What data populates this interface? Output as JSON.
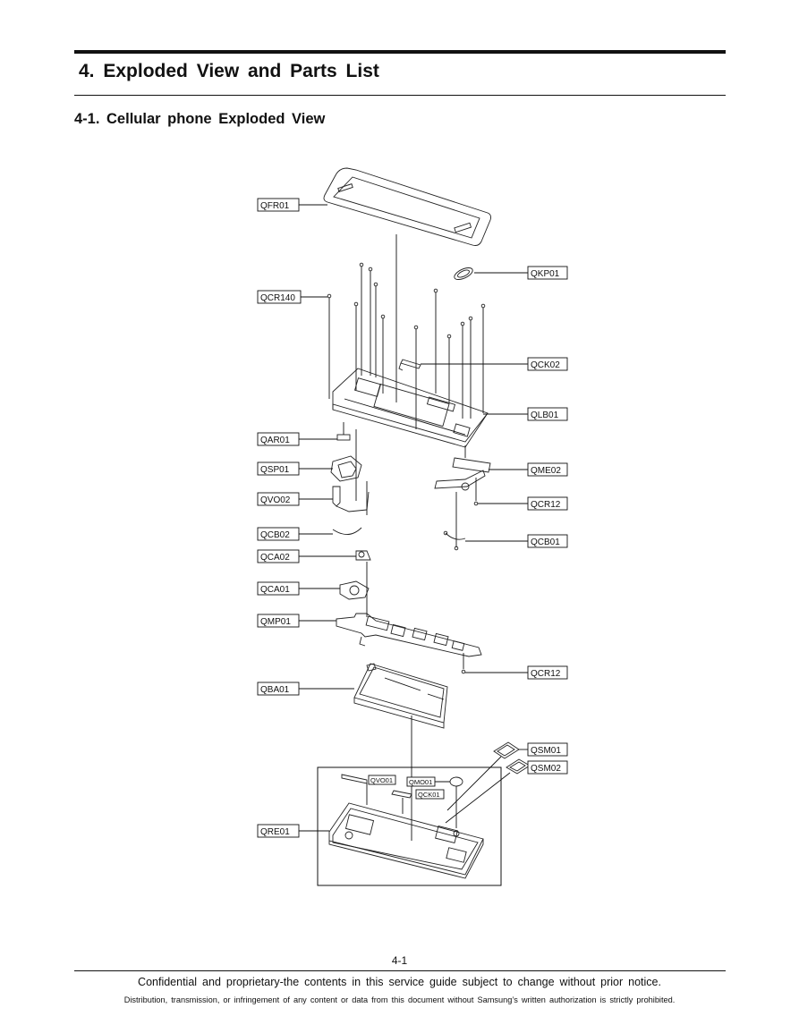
{
  "header": {
    "title": "4. Exploded View and Parts List",
    "subtitle": "4-1. Cellular phone Exploded View"
  },
  "diagram": {
    "labels": {
      "QFR01": "QFR01",
      "QKP01": "QKP01",
      "QCR140": "QCR140",
      "QCK02": "QCK02",
      "QLB01": "QLB01",
      "QAR01": "QAR01",
      "QSP01": "QSP01",
      "QME02": "QME02",
      "QVO02": "QVO02",
      "QCR12_a": "QCR12",
      "QCB02": "QCB02",
      "QCB01": "QCB01",
      "QCA02": "QCA02",
      "QCA01": "QCA01",
      "QMP01": "QMP01",
      "QCR12_b": "QCR12",
      "QBA01": "QBA01",
      "QSM01": "QSM01",
      "QSM02": "QSM02",
      "QRE01": "QRE01",
      "QVO01": "QVO01",
      "QMO01": "QMO01",
      "QCK01": "QCK01"
    }
  },
  "footer": {
    "page_number": "4-1",
    "notice": "Confidential and proprietary-the contents in this service guide subject to change without prior notice.",
    "distribution": "Distribution, transmission, or infringement of any content or data from this document without Samsung’s written authorization is strictly prohibited."
  }
}
